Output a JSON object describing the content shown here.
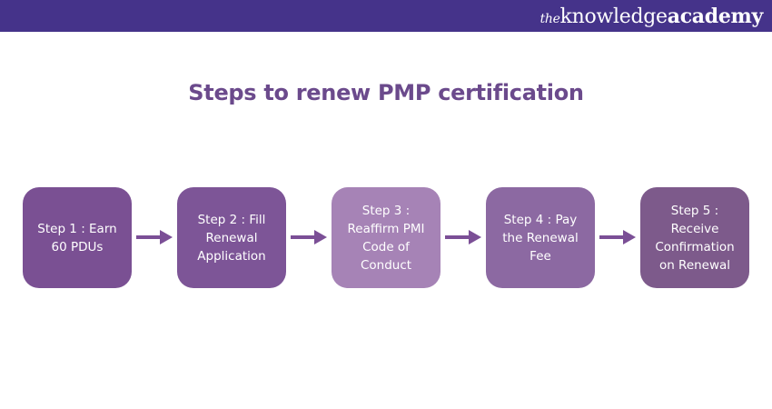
{
  "header": {
    "logo_the": "the",
    "logo_knowledge": "knowledge",
    "logo_academy": "academy",
    "bar_color": "#45338a"
  },
  "title": "Steps to renew PMP certification",
  "title_color": "#6b4a8c",
  "arrow_color": "#7b4f96",
  "steps": [
    {
      "label": "Step 1 : Earn 60 PDUs",
      "color": "#7a5093"
    },
    {
      "label": "Step 2 : Fill Renewal Application",
      "color": "#7d5597"
    },
    {
      "label": "Step 3 : Reaffirm PMI Code of Conduct",
      "color": "#a683b6"
    },
    {
      "label": "Step 4 : Pay the Renewal Fee",
      "color": "#8c69a2"
    },
    {
      "label": "Step 5 : Receive Confirmation on Renewal",
      "color": "#7d5a8b"
    }
  ]
}
